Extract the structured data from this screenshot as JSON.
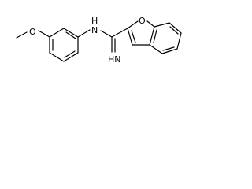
{
  "molecule": {
    "atoms": {
      "methoxy_oxygen": "O",
      "amine_nitrogen": "N",
      "amine_hydrogen": "H",
      "imine_group": "HN",
      "furan_oxygen": "O"
    }
  },
  "colors": {
    "bond": "#000000",
    "label": "#000000",
    "background": "#ffffff"
  }
}
